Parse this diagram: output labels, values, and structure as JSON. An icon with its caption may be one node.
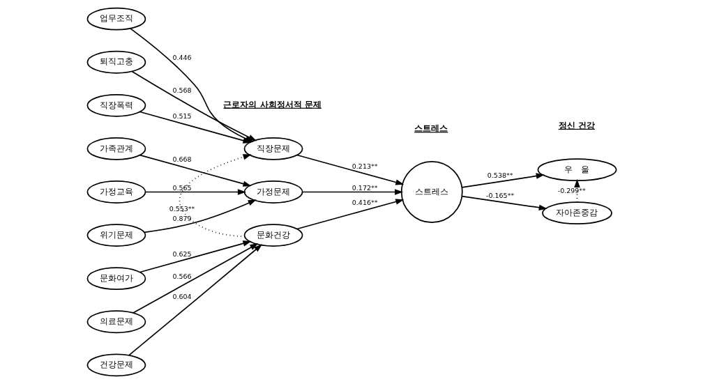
{
  "diagram": {
    "nodes": [
      {
        "text": [
          "업무조직"
        ]
      },
      {
        "text": [
          "퇴직고충"
        ]
      },
      {
        "text": [
          "직장폭력"
        ]
      },
      {
        "text": [
          "가족관계"
        ]
      },
      {
        "text": [
          "가정교육"
        ]
      },
      {
        "text": [
          "위기문제"
        ]
      },
      {
        "text": [
          "문화여가"
        ]
      },
      {
        "text": [
          "의료문제"
        ]
      },
      {
        "text": [
          "건강문제"
        ]
      },
      {
        "text": [
          "직장문제"
        ]
      },
      {
        "text": [
          "가정문제"
        ]
      },
      {
        "text": [
          "문화건강"
        ]
      },
      {
        "text": [
          "스트레스"
        ]
      },
      {
        "text": [
          "우　울"
        ]
      },
      {
        "text": [
          "자아존중감"
        ]
      }
    ],
    "edges": [
      {
        "from": 0,
        "to": 9,
        "arrow": "to",
        "label": "0.446"
      },
      {
        "from": 1,
        "to": 9,
        "arrow": "to",
        "label": "0.568"
      },
      {
        "from": 2,
        "to": 9,
        "arrow": "to",
        "label": "0.515"
      },
      {
        "from": 3,
        "to": 10,
        "arrow": "to",
        "label": "0.668"
      },
      {
        "from": 4,
        "to": 10,
        "arrow": "to",
        "label": "0.565"
      },
      {
        "from": 5,
        "to": 10,
        "arrow": "to",
        "label": "0.879"
      },
      {
        "from": 6,
        "to": 11,
        "arrow": "to",
        "label": "0.625"
      },
      {
        "from": 7,
        "to": 11,
        "arrow": "to",
        "label": "0.566"
      },
      {
        "from": 8,
        "to": 11,
        "arrow": "to",
        "label": "0.604"
      },
      {
        "from": 9,
        "to": 12,
        "arrow": "to",
        "label": "0.213**"
      },
      {
        "from": 10,
        "to": 12,
        "arrow": "to",
        "label": "0.172**"
      },
      {
        "from": 11,
        "to": 12,
        "arrow": "to",
        "label": "0.416**"
      },
      {
        "from": 11,
        "to": 9,
        "arrow": "to",
        "label": "0.553**",
        "style": "dashed"
      },
      {
        "from": 12,
        "to": 13,
        "arrow": "to",
        "label": "0.538**"
      },
      {
        "from": 12,
        "to": 14,
        "arrow": "to",
        "label": "-0.165**"
      },
      {
        "from": 14,
        "to": 13,
        "arrow": "to",
        "label": "-0.299**",
        "style": "dashed"
      }
    ],
    "labels": [
      "근로자의 사회정서적 문제",
      "스트레스",
      "정신 건강"
    ]
  }
}
